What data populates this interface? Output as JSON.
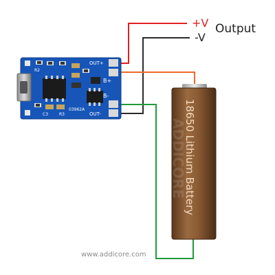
{
  "output": {
    "plus_label": "+V",
    "minus_label": "-V",
    "title": "Output"
  },
  "board": {
    "pins": {
      "out_plus": "OUT+",
      "b_plus": "B+",
      "b_minus": "B-",
      "out_minus": "OUT-"
    },
    "silkscreen": {
      "r2": "R2",
      "r3": "R3",
      "c3": "C3",
      "code": "03962A"
    }
  },
  "battery": {
    "label": "18650 Lithium Battery",
    "watermark": "ADDICORE"
  },
  "footer": {
    "website": "www.addicore.com"
  },
  "colors": {
    "wire_plus_out": "#e02020",
    "wire_minus_out": "#2a2a2a",
    "wire_battery_plus": "#ee6a2a",
    "wire_battery_minus": "#1f9a3a",
    "board": "#1756b8",
    "battery_body": "#8a5a33",
    "battery_text": "#f2d9bf"
  }
}
